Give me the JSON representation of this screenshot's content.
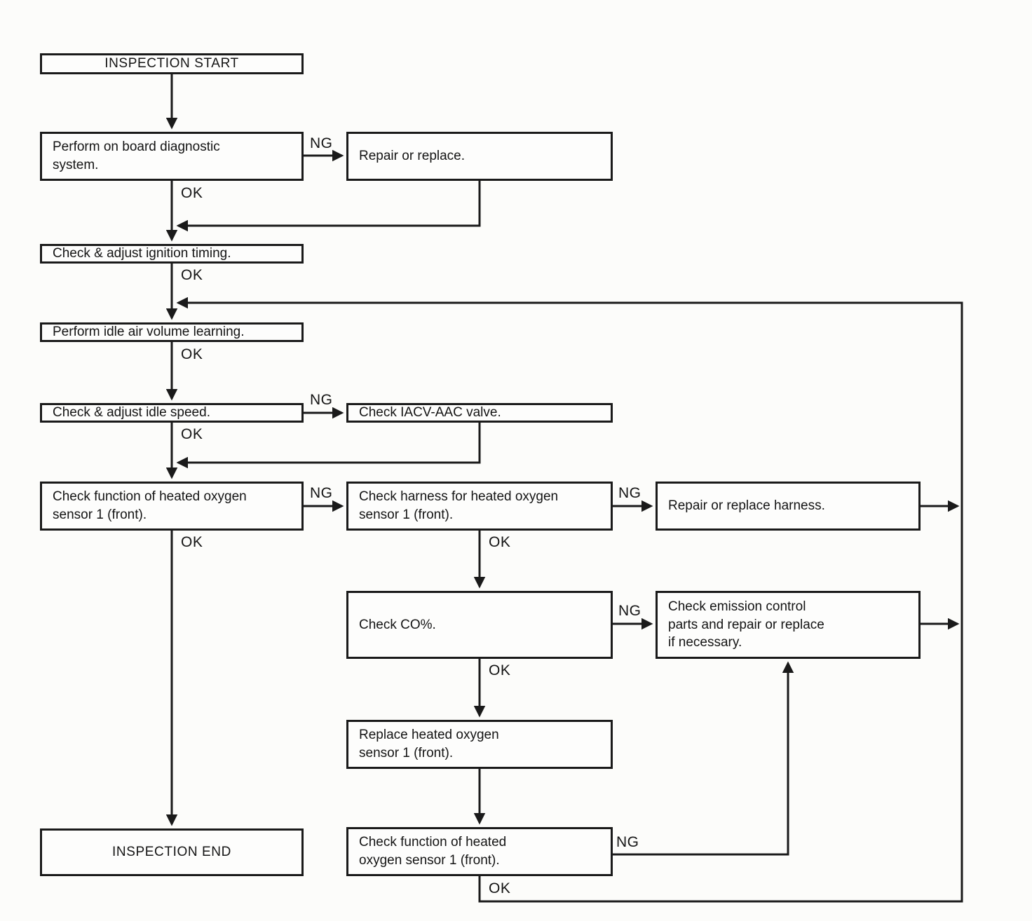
{
  "diagram": {
    "kind": "flowchart",
    "ink_color": "#1a1a1a",
    "background_color": "#fcfcfa"
  },
  "labels": {
    "ng": "NG",
    "ok": "OK"
  },
  "nodes": {
    "inspection_start": "INSPECTION START",
    "perform_obd": "Perform on board diagnostic\nsystem.",
    "repair_or_replace": "Repair or replace.",
    "check_ignition_timing": "Check & adjust ignition timing.",
    "idle_air_volume_learning": "Perform idle air volume learning.",
    "check_idle_speed": "Check & adjust idle speed.",
    "check_iacv_valve": "Check IACV-AAC valve.",
    "check_o2_function_1": "Check function of heated oxygen\nsensor 1 (front).",
    "check_o2_harness": "Check harness for heated oxygen\nsensor 1 (front).",
    "repair_harness": "Repair or replace harness.",
    "check_co": "Check CO%.",
    "check_emission_parts": "Check emission control\nparts and repair or replace\nif necessary.",
    "replace_o2_sensor": "Replace heated oxygen\nsensor 1 (front).",
    "check_o2_function_2": "Check function of heated\noxygen sensor 1 (front).",
    "inspection_end": "INSPECTION END"
  }
}
